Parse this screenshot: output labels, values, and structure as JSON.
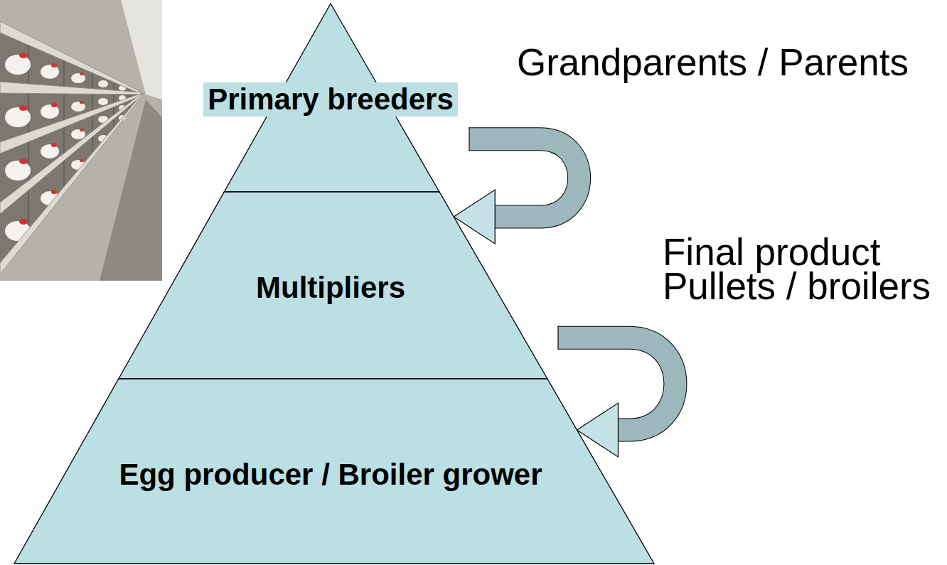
{
  "diagram": {
    "nodes": [
      {
        "text": [
          "Primary breeders"
        ]
      },
      {
        "text": [
          "Multipliers"
        ]
      },
      {
        "text": [
          "Egg producer / Broiler grower"
        ]
      }
    ],
    "edges": [
      {
        "from": 0,
        "to": 1,
        "arrow": "to",
        "label": "Grandparents / Parents"
      },
      {
        "from": 1,
        "to": 2,
        "arrow": "to",
        "label": "Final product Pullets / broilers"
      }
    ]
  }
}
